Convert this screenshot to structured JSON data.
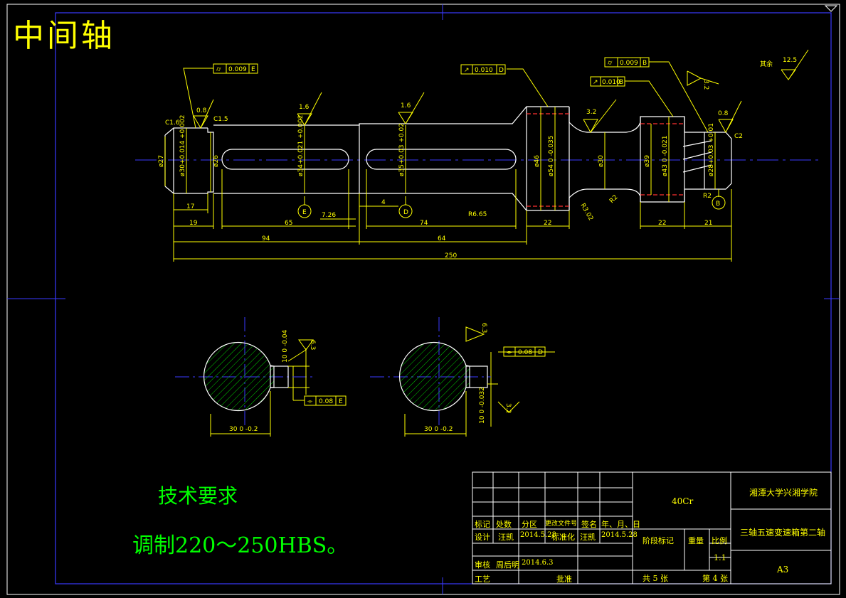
{
  "title": "中间轴",
  "roughness_note": {
    "label": "其余",
    "value": "12.5"
  },
  "tech_requirements": {
    "heading": "技术要求",
    "text": "调制220～250HBS。"
  },
  "tolerance_frames": [
    {
      "id": "runout-e",
      "symbol": "⌭",
      "value": "0.009",
      "datum": "E"
    },
    {
      "id": "runout-d",
      "symbol": "↗",
      "value": "0.010",
      "datum": "D"
    },
    {
      "id": "runout-b1",
      "symbol": "⌭",
      "value": "0.009",
      "datum": "B"
    },
    {
      "id": "runout-b2",
      "symbol": "↗",
      "value": "0.010",
      "datum": "B"
    },
    {
      "id": "sym-d",
      "symbol": "⌯",
      "value": "0.08",
      "datum": "D"
    },
    {
      "id": "sym-e",
      "symbol": "⌯",
      "value": "0.08",
      "datum": "E"
    }
  ],
  "roughness_marks": [
    "0.8",
    "1.6",
    "1.6",
    "3.2",
    "0.8",
    "3.2",
    "6.3",
    "6.3",
    "3.2"
  ],
  "chamfers": [
    "C1.6",
    "C1.5",
    "C2"
  ],
  "diameters": [
    "ø27",
    "ø30+0.014 +0.002",
    "ø26",
    "ø34+0.021 +0.002",
    "ø35+0.03 +0.02",
    "ø46",
    "ø54 0 -0.035",
    "ø30",
    "ø39",
    "ø43 0 -0.021",
    "ø28+0.03 +0.01"
  ],
  "radii": [
    "R6.65",
    "R3.02",
    "R2",
    "R2"
  ],
  "datum_labels": [
    "E",
    "D",
    "B"
  ],
  "lengths": [
    "17",
    "19",
    "65",
    "7.26",
    "4",
    "74",
    "22",
    "22",
    "21",
    "94",
    "64",
    "250"
  ],
  "section_dims": [
    {
      "width": "30 0 -0.2",
      "depth": "10 0 -0.04"
    },
    {
      "width": "30 0 -0.2",
      "depth": "10 0 -0.032"
    }
  ],
  "title_block": {
    "material": "40Cr",
    "school": "湘潭大学兴湘学院",
    "drawing_name": "三轴五速变速箱第二轴",
    "size": "A3",
    "scale_label": "比例",
    "scale": "1:1",
    "stage_mark": "阶段标记",
    "weight": "重量",
    "total_sheets": "共 5 张",
    "sheet_no": "第 4 张",
    "row_header": [
      "标记",
      "处数",
      "分区",
      "更改文件号",
      "签名",
      "年、月、日"
    ],
    "design_row": [
      "设计",
      "汪凯",
      "2014.5.28",
      "标准化",
      "汪凯",
      "2014.5.28"
    ],
    "review_row": [
      "审核",
      "周后明",
      "2014.6.3"
    ],
    "process_row": [
      "工艺",
      "批准"
    ]
  }
}
